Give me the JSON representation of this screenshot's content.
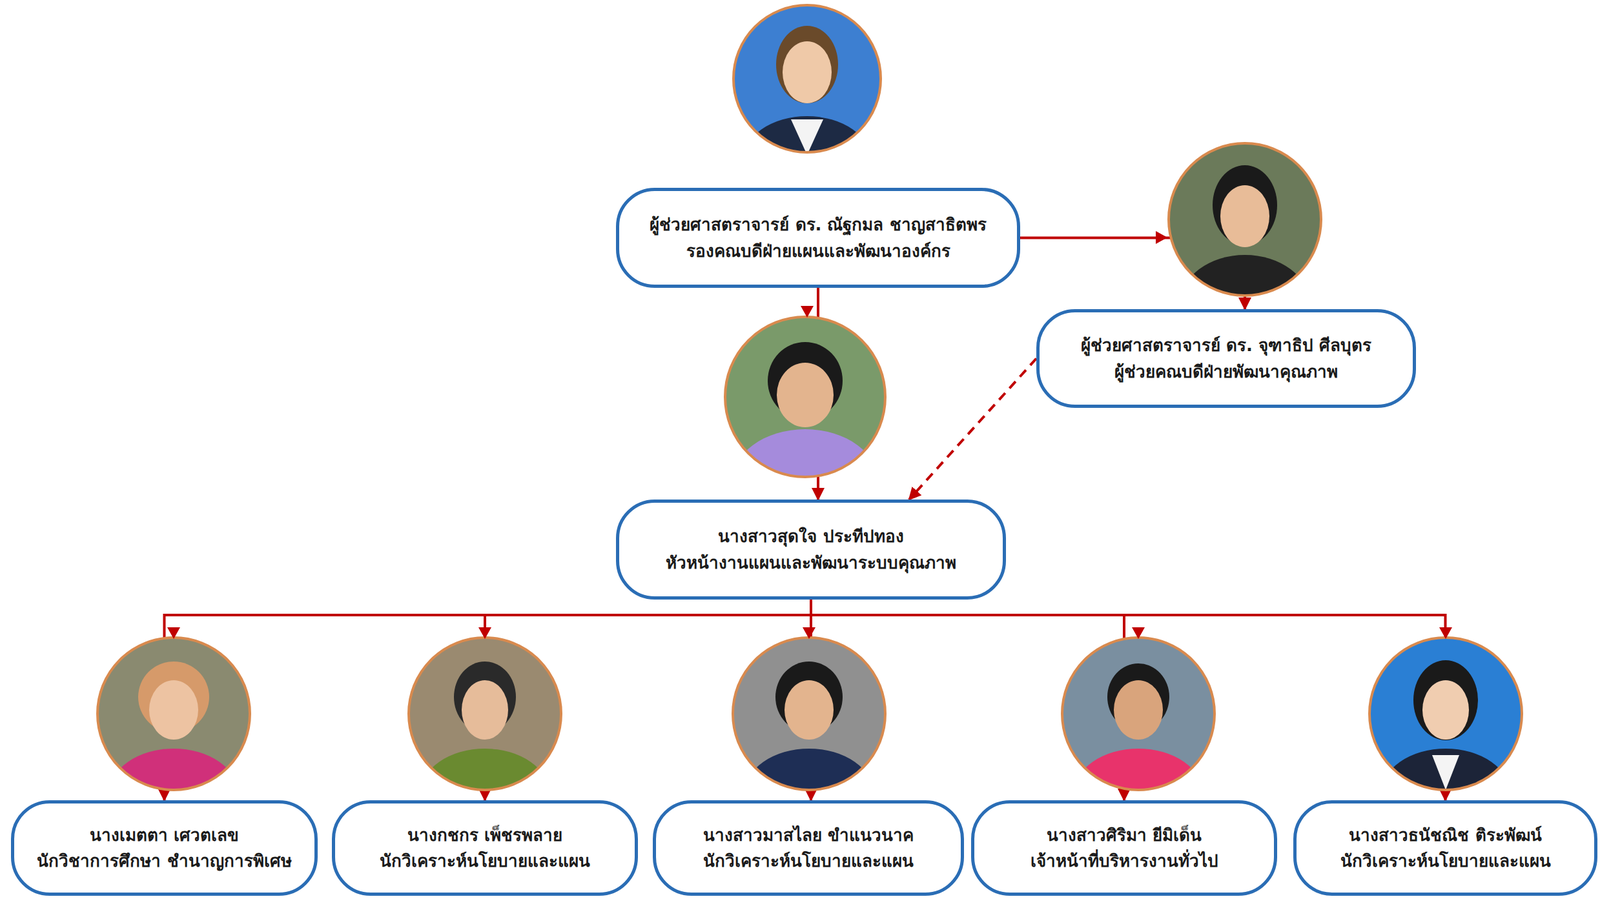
{
  "diagram": {
    "nodes": [
      {
        "text": [
          "ผู้ช่วยศาสตราจารย์ ดร. ณัฐกมล ชาญสาธิตพร",
          "รองคณบดีฝ่ายแผนและพัฒนาองค์กร"
        ]
      },
      {
        "text": [
          "ผู้ช่วยศาสตราจารย์ ดร. จุฑาธิป ศีลบุตร",
          "ผู้ช่วยคณบดีฝ่ายพัฒนาคุณภาพ"
        ]
      },
      {
        "text": [
          "นางสาวสุดใจ ประทีปทอง",
          "หัวหน้างานแผนและพัฒนาระบบคุณภาพ"
        ]
      },
      {
        "text": [
          "นางเมตตา เศวตเลข",
          "นักวิชาการศึกษา ชำนาญการพิเศษ"
        ]
      },
      {
        "text": [
          "นางกชกร เพ็ชรพลาย",
          "นักวิเคราะห์นโยบายและแผน"
        ]
      },
      {
        "text": [
          "นางสาวมาสไลย ขำแนวนาค",
          "นักวิเคราะห์นโยบายและแผน"
        ]
      },
      {
        "text": [
          "นางสาวศิริมา ยีมิเด็น",
          "เจ้าหน้าที่บริหารงานทั่วไป"
        ]
      },
      {
        "text": [
          "นางสาวธนัชณิช ติระพัฒน์",
          "นักวิเคราะห์นโยบายและแผน"
        ]
      }
    ],
    "edges": [
      {
        "from": 0,
        "to": 1,
        "arrow": "to"
      },
      {
        "from": 0,
        "to": 2,
        "arrow": "to"
      },
      {
        "from": 1,
        "to": 2,
        "arrow": "to"
      },
      {
        "from": 2,
        "to": 3,
        "arrow": "to"
      },
      {
        "from": 2,
        "to": 4,
        "arrow": "to"
      },
      {
        "from": 2,
        "to": 5,
        "arrow": "to"
      },
      {
        "from": 2,
        "to": 6,
        "arrow": "to"
      },
      {
        "from": 2,
        "to": 7,
        "arrow": "to"
      }
    ]
  }
}
